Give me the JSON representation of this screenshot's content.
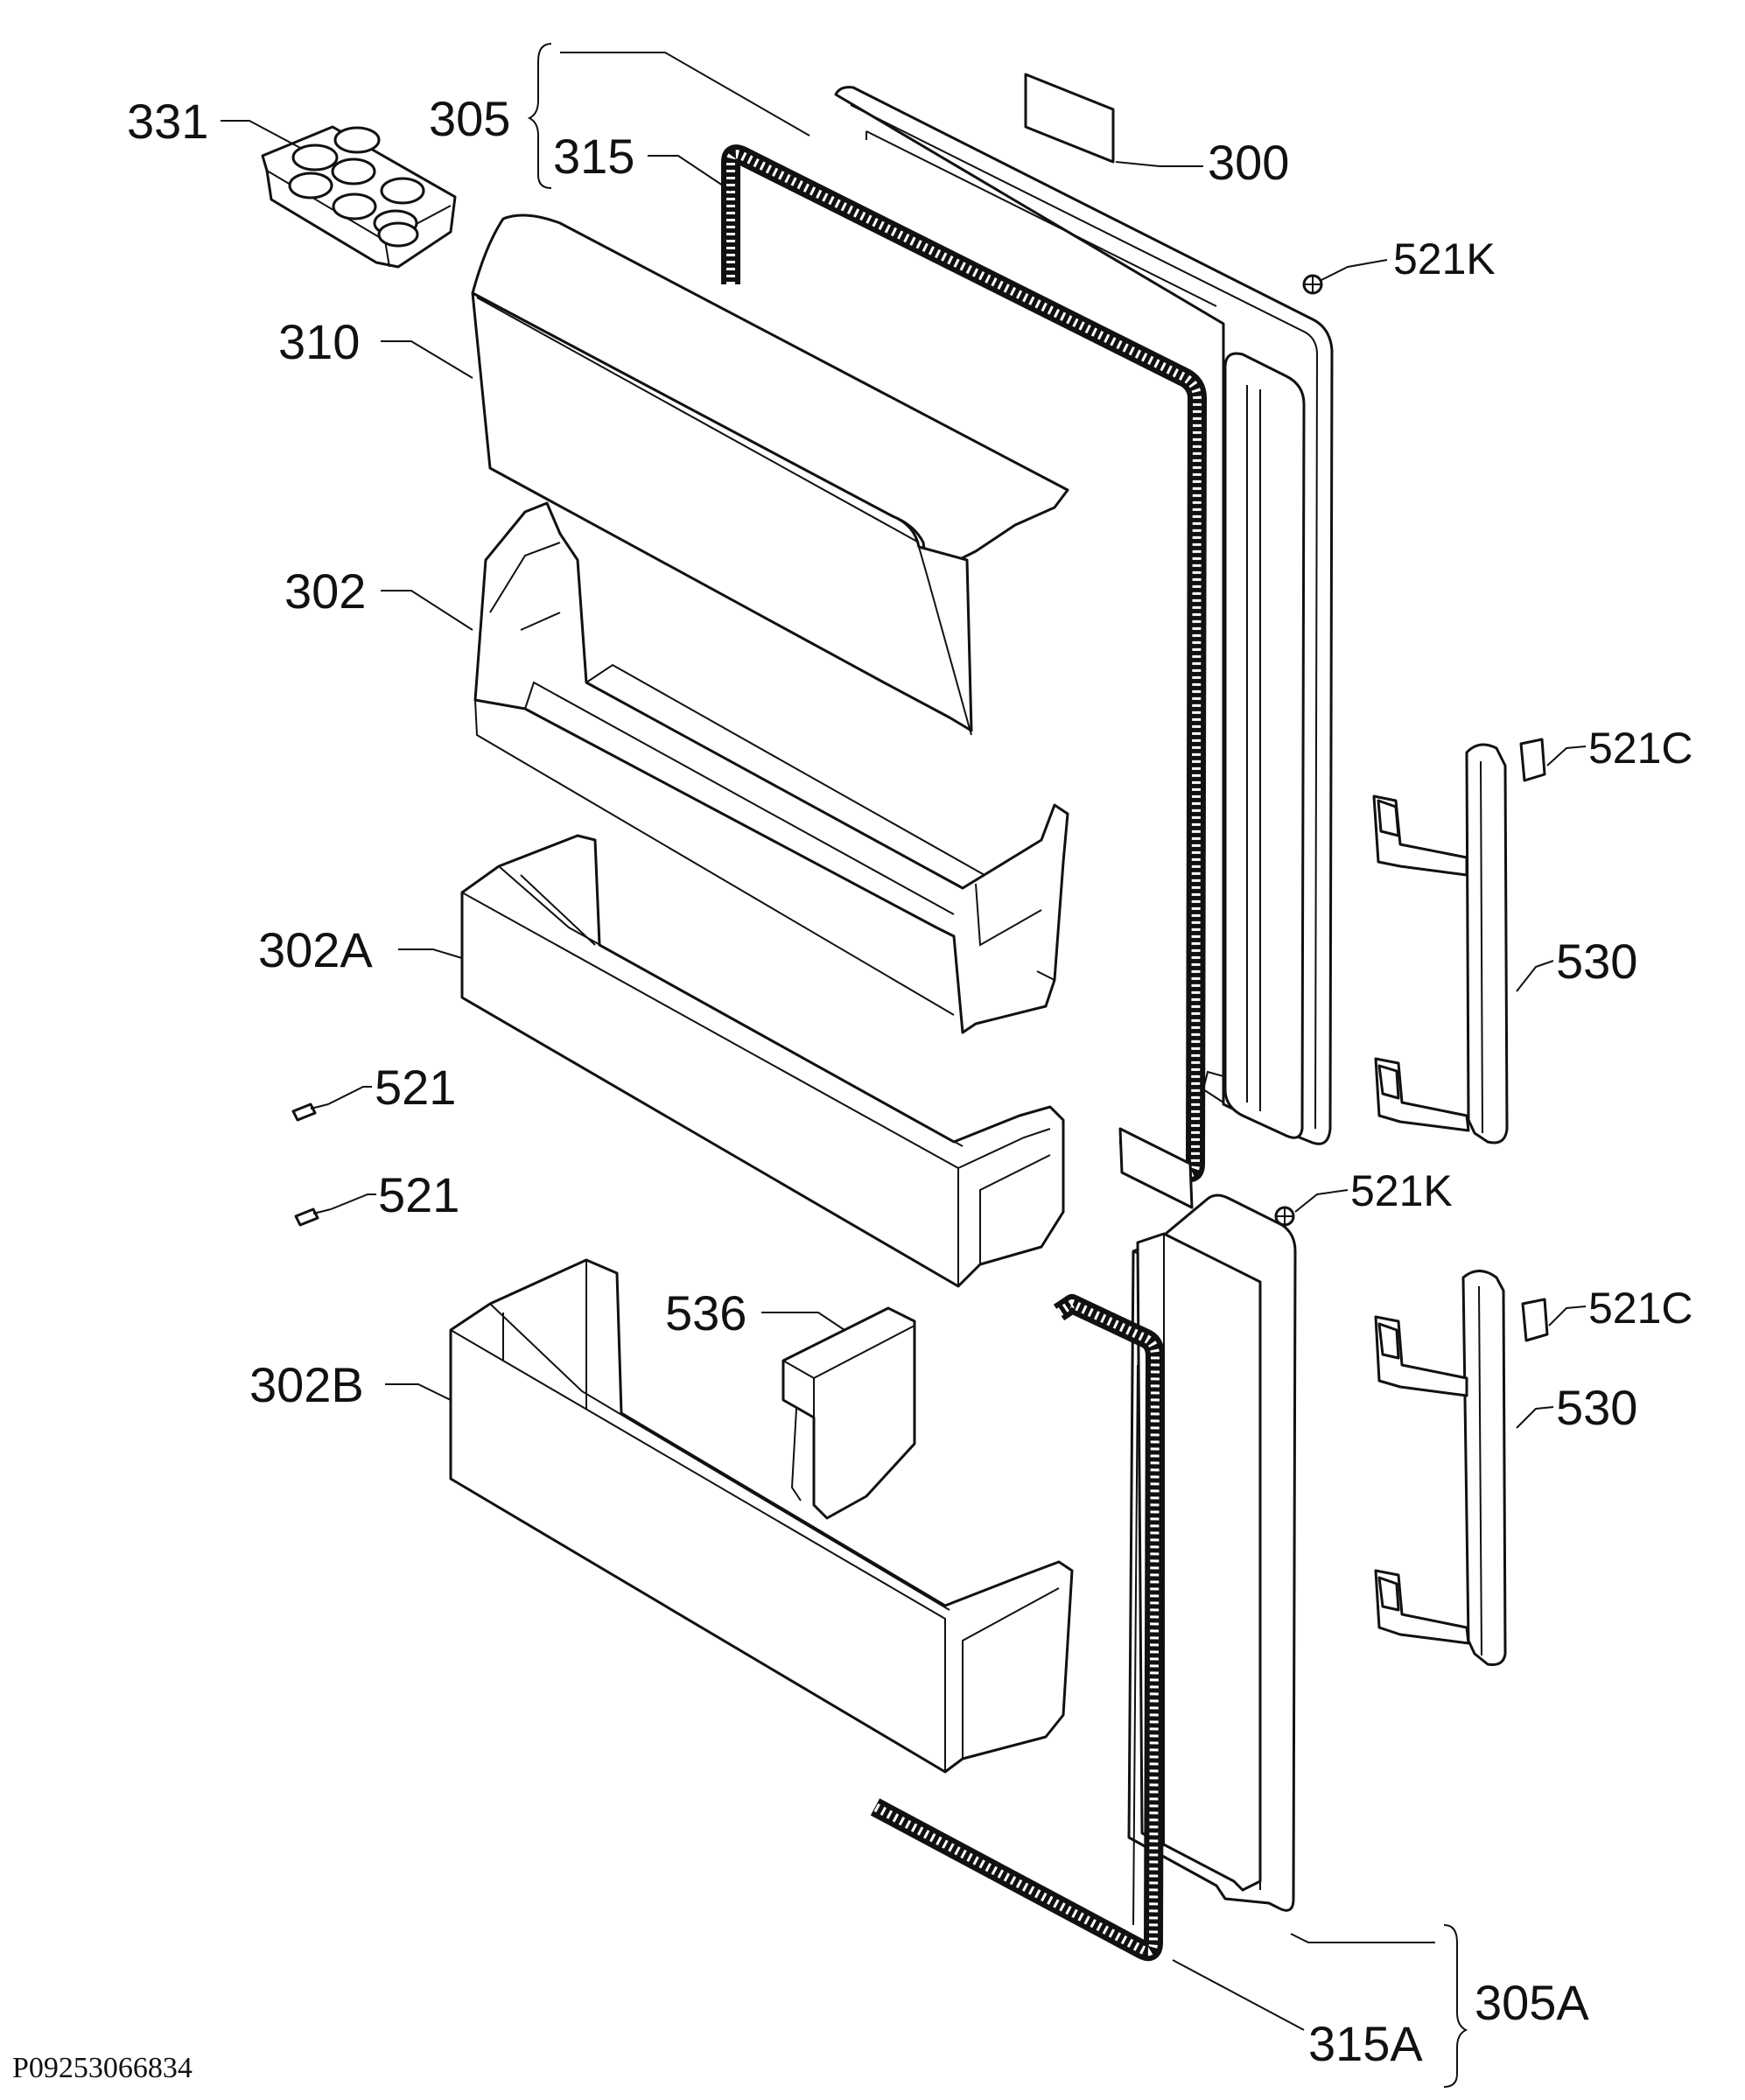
{
  "labels": {
    "l331": "331",
    "l305": "305",
    "l315": "315",
    "l300": "300",
    "l521k_top": "521K",
    "l310": "310",
    "l302": "302",
    "l521c_top": "521C",
    "l302a": "302A",
    "l530_top": "530",
    "l521_a": "521",
    "l521_b": "521",
    "l521k_mid": "521K",
    "l536": "536",
    "l521c_bottom": "521C",
    "l302b": "302B",
    "l530_bottom": "530",
    "l305a": "305A",
    "l315a": "315A"
  },
  "drawing_code": "P09253066834"
}
